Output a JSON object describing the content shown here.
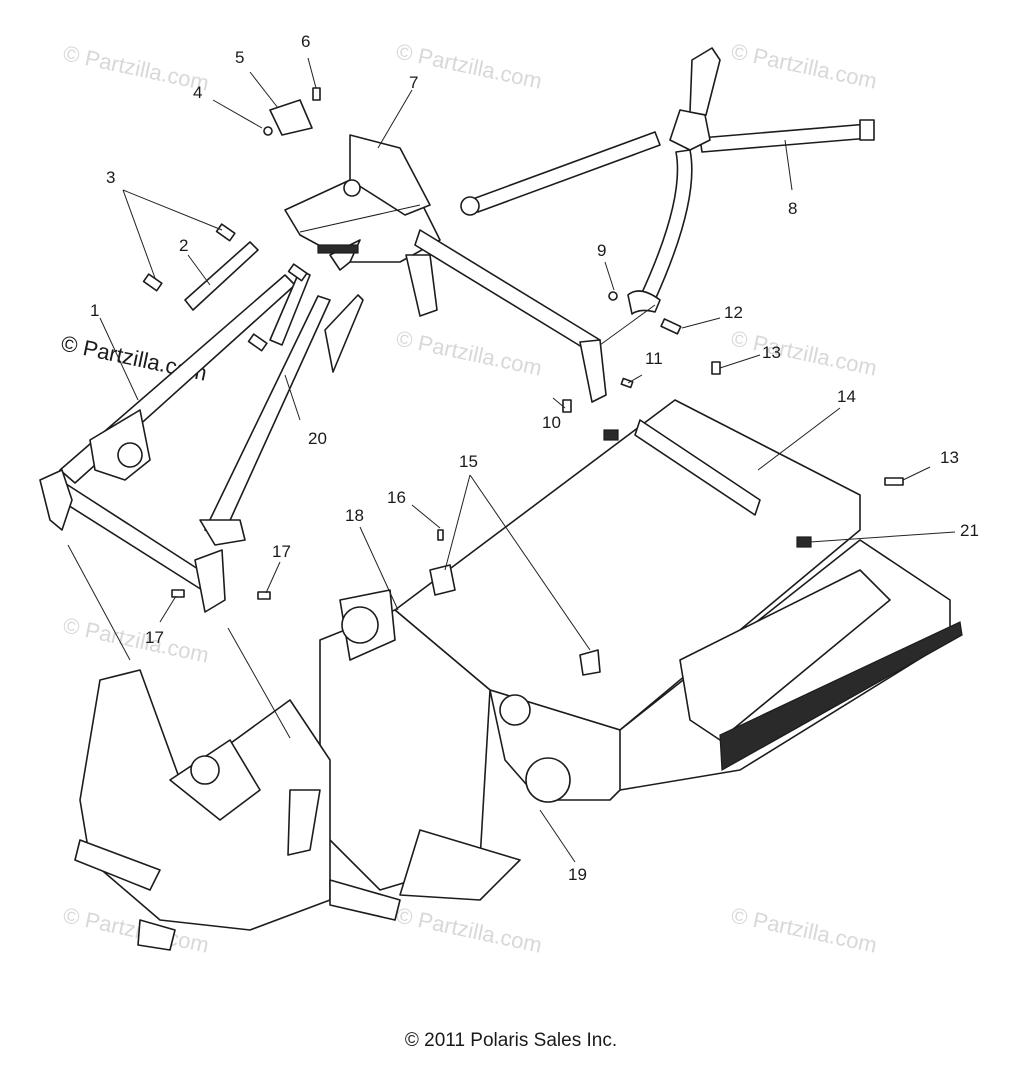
{
  "watermark_text": "© Partzilla.com",
  "callouts": [
    "1",
    "2",
    "3",
    "4",
    "5",
    "6",
    "7",
    "8",
    "9",
    "10",
    "11",
    "12",
    "13",
    "13",
    "14",
    "15",
    "16",
    "17",
    "17",
    "18",
    "19",
    "20",
    "21"
  ],
  "copyright": "© 2011 Polaris Sales Inc.",
  "colors": {
    "line": "#1c1c1c",
    "watermark": "#d8d8d8",
    "background": "#ffffff"
  }
}
